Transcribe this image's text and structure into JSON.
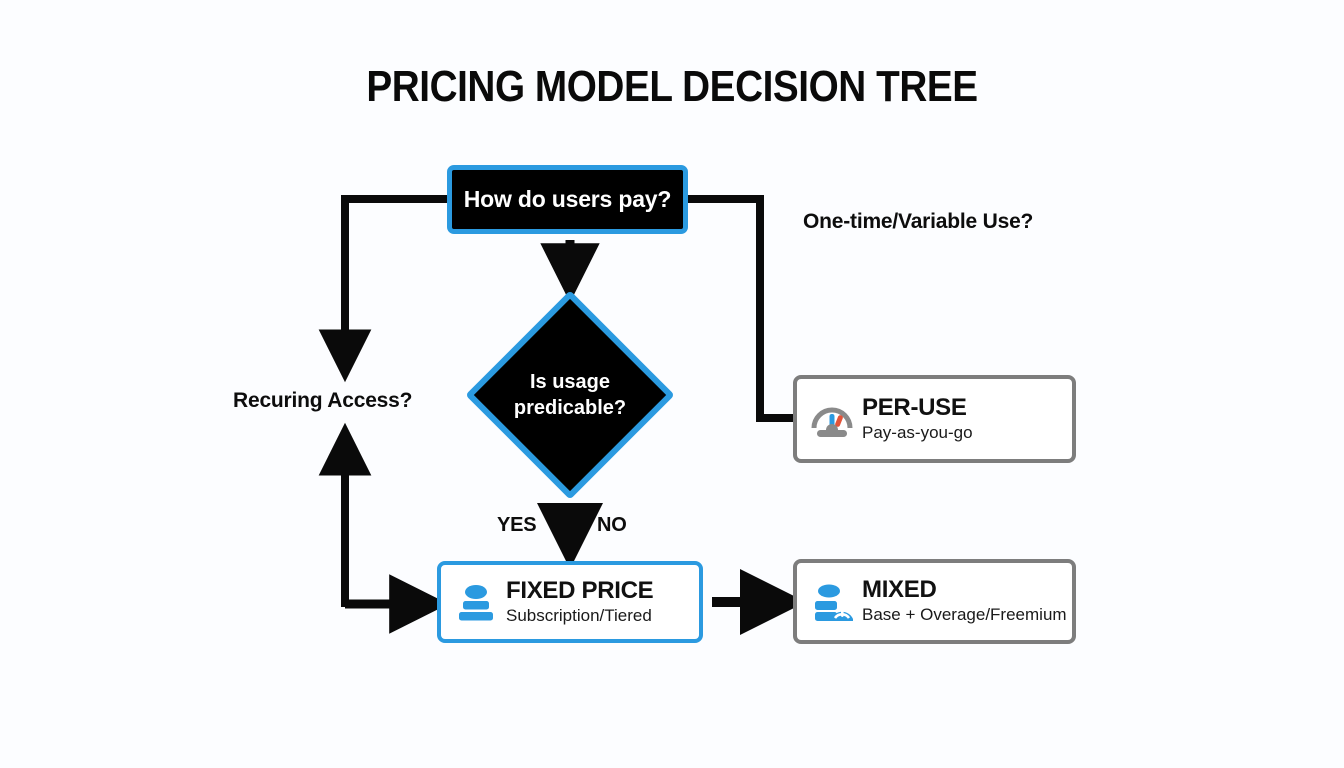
{
  "page": {
    "title": "PRICING MODEL DECISION TREE",
    "background_color": "#fcfdff",
    "accent_blue": "#2b9ae0",
    "neutral_gray": "#7d7d7d",
    "black": "#000000"
  },
  "nodes": {
    "root": {
      "label": "How do users pay?",
      "shape": "rounded-rectangle",
      "fill": "#000000",
      "border": "#2b9ae0",
      "text_color": "#ffffff"
    },
    "decision": {
      "line1": "Is usage",
      "line2": "predicable?",
      "shape": "diamond",
      "fill": "#000000",
      "border": "#2b9ae0",
      "text_color": "#ffffff"
    },
    "per_use": {
      "title": "PER-USE",
      "subtitle": "Pay-as-you-go",
      "icon": "gauge-icon",
      "border": "#7d7d7d"
    },
    "fixed_price": {
      "title": "FIXED PRICE",
      "subtitle": "Subscription/Tiered",
      "icon": "stack-icon",
      "border": "#2b9ae0"
    },
    "mixed": {
      "title": "MIXED",
      "subtitle": "Base + Overage/Freemium",
      "icon": "stack-gauge-icon",
      "border": "#7d7d7d"
    }
  },
  "edge_labels": {
    "recurring": "Recuring Access?",
    "one_time": "One-time/Variable Use?",
    "yes": "YES",
    "no": "NO"
  },
  "edges": [
    {
      "from": "root",
      "to": "fixed_price",
      "label": "Recuring Access?",
      "style": "elbow-left"
    },
    {
      "from": "root",
      "to": "per_use",
      "label": "One-time/Variable Use?",
      "style": "elbow-right"
    },
    {
      "from": "root",
      "to": "decision",
      "label": "",
      "style": "straight-down"
    },
    {
      "from": "decision",
      "to": "fixed_price",
      "label": "YES / NO",
      "style": "straight-down"
    },
    {
      "from": "fixed_price",
      "to": "mixed",
      "label": "",
      "style": "straight-right"
    }
  ]
}
